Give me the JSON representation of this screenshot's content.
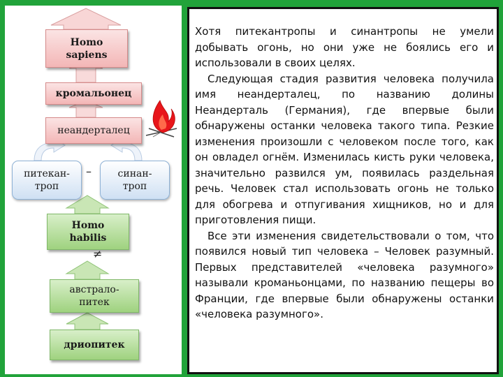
{
  "diagram": {
    "nodes": [
      {
        "id": "homo-sapiens",
        "label": "Homo\nsapiens"
      },
      {
        "id": "kromanon",
        "label": "кромальонец"
      },
      {
        "id": "neanderthal",
        "label": "неандерталец"
      },
      {
        "id": "pithecanthrope",
        "label": "питекан-\nтроп"
      },
      {
        "id": "sinanthrope",
        "label": "синан-\nтроп"
      },
      {
        "id": "homo-habilis",
        "label": "Homo\nhabilis"
      },
      {
        "id": "australopithecus",
        "label": "австрало-\nпитек"
      },
      {
        "id": "dryopithecus",
        "label": "дриопитек"
      }
    ],
    "symbols": {
      "dash": "–",
      "not_equal": "≠"
    },
    "icons": [
      "fire-icon"
    ],
    "colors": {
      "background": "#21a33a",
      "pink_box": "#f3b6b6",
      "blue_box": "#cfe0f3",
      "green_box": "#9fd27f"
    }
  },
  "text": {
    "paragraph1": "Хотя питекантропы и синантропы не умели добывать огонь, но они уже не боялись его и использовали в своих целях.",
    "paragraph2": "Следующая стадия развития человека получила имя неандерталец, по названию долины Неандерталь (Германия), где впервые были обнаружены останки человека такого типа. Резкие изменения произошли с человеком после того, как он овладел огнём. Изменилась кисть руки человека, значительно развился ум, появилась раздельная речь. Человек стал использовать огонь не только для обогрева и отпугивания хищников, но и для приготовления пищи.",
    "paragraph3": "Все эти изменения свидетельствовали о том, что появился новый тип человека – Человек разумный. Первых представителей «человека разумного» называли кроманьонцами, по названию пещеры во Франции, где впервые были обнаружены останки «человека разумного»."
  }
}
